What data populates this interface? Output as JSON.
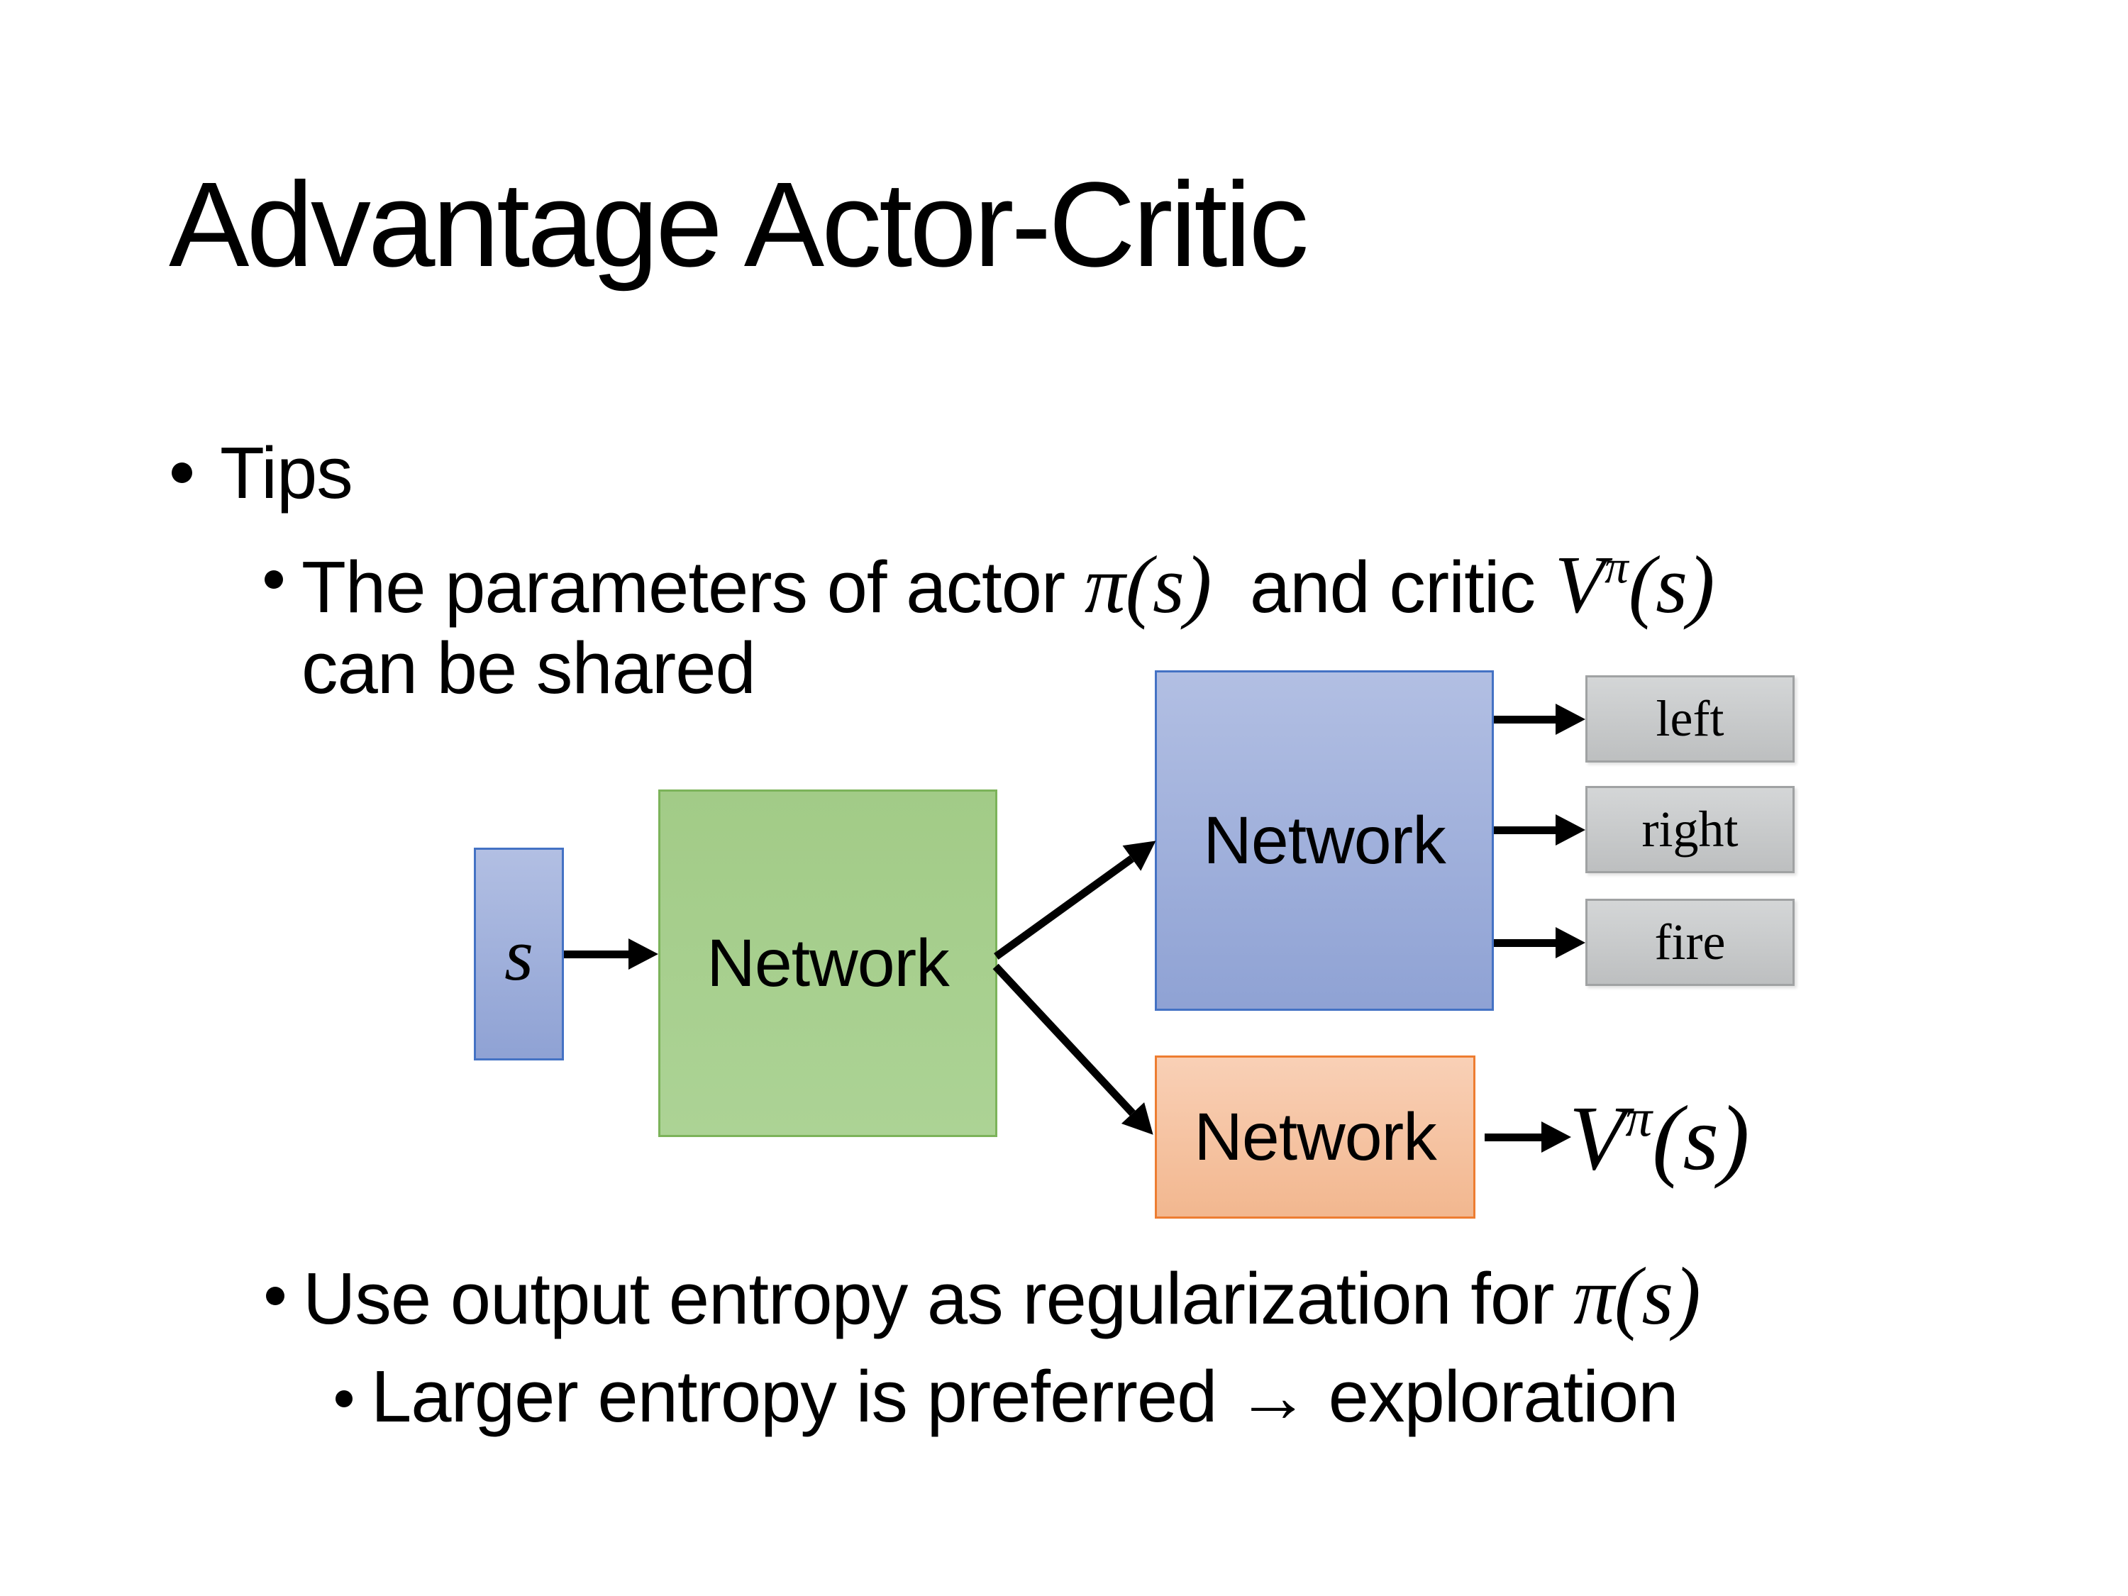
{
  "slide": {
    "title": "Advantage Actor-Critic",
    "tips_label": "Tips",
    "parameters_line1_pre": "The parameters of actor ",
    "parameters_math1": "π(s)",
    "parameters_line1_mid": " and critic ",
    "parameters_math2_base": "V",
    "parameters_math2_sup": "π",
    "parameters_math2_arg": "(s)",
    "parameters_line2": "can be shared",
    "entropy_pre": "Use output entropy as regularization for ",
    "entropy_math": "π(s)",
    "exploration_line": "Larger entropy is preferred → exploration"
  },
  "diagram": {
    "state_label": "s",
    "shared_network_label": "Network",
    "actor_network_label": "Network",
    "critic_network_label": "Network",
    "actions": [
      {
        "label": "left"
      },
      {
        "label": "right"
      },
      {
        "label": "fire"
      }
    ],
    "value_base": "V",
    "value_sup": "π",
    "value_arg": "(s)",
    "colors": {
      "blue_fill_top": "#B2BFE3",
      "blue_fill_bottom": "#8FA2D4",
      "blue_border": "#4472C4",
      "green_fill_top": "#A2CB87",
      "green_fill_bottom": "#ACD395",
      "green_border": "#7CB35A",
      "orange_fill_top": "#F9D0B6",
      "orange_fill_bottom": "#F2B78F",
      "orange_border": "#ED7D31",
      "gray_fill_top": "#D4D6D7",
      "gray_fill_bottom": "#BDBFC0",
      "gray_border": "#A0A2A3",
      "arrow": "#000000",
      "text": "#000000",
      "background": "#FFFFFF"
    }
  }
}
